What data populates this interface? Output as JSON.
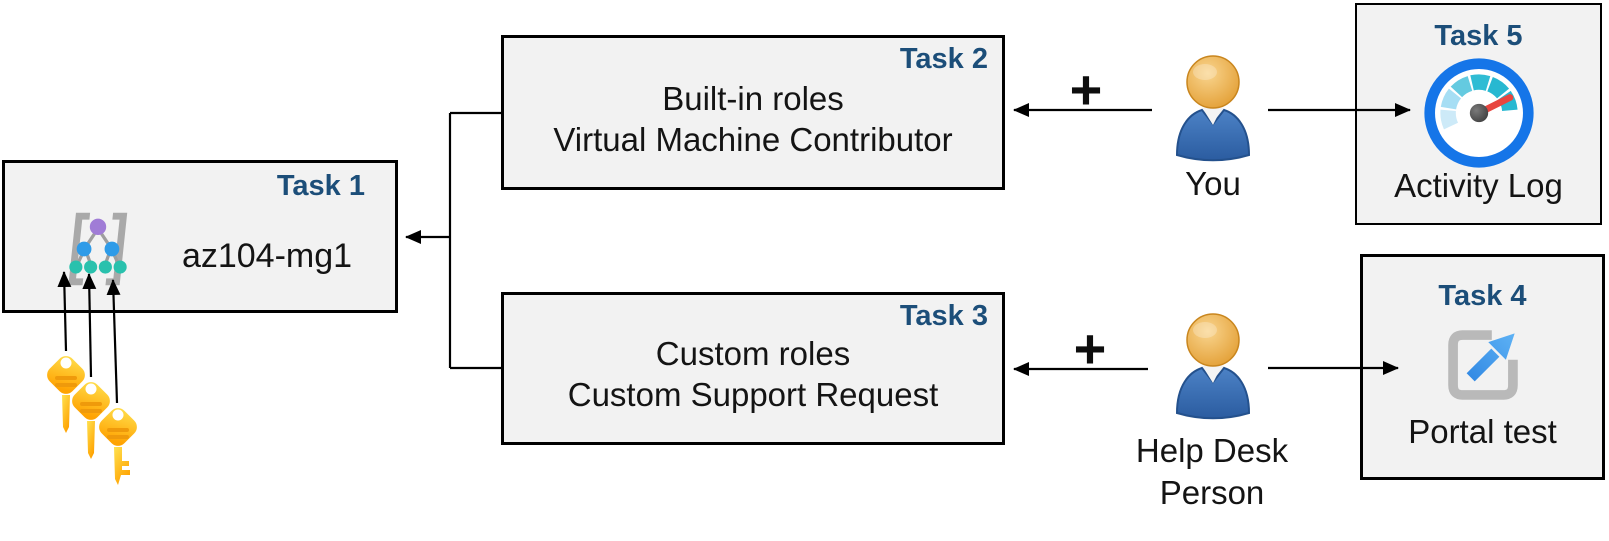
{
  "boxes": {
    "task1": {
      "badge": "Task 1",
      "name": "az104-mg1"
    },
    "task2": {
      "badge": "Task 2",
      "line1": "Built-in roles",
      "line2": "Virtual Machine Contributor"
    },
    "task3": {
      "badge": "Task 3",
      "line1": "Custom roles",
      "line2": "Custom Support Request"
    },
    "task4": {
      "badge": "Task 4",
      "caption": "Portal test"
    },
    "task5": {
      "badge": "Task 5",
      "caption": "Activity Log"
    }
  },
  "actors": {
    "you": {
      "label": "You"
    },
    "help_desk": {
      "line1": "Help Desk",
      "line2": "Person"
    }
  },
  "symbols": {
    "plus_top": "+",
    "plus_bottom": "+"
  },
  "icons": {
    "task1": "management-group-icon",
    "task4": "external-link-icon",
    "task5": "gauge-icon",
    "keys": "three-keys-icon",
    "actors": "person-icon"
  },
  "colors": {
    "background": "#FFFFFF",
    "box_fill": "#F2F2F2",
    "box_border": "#000000",
    "badge_text": "#1C4E79",
    "body_text": "#141414",
    "key_gold": "#FFC21C",
    "person_blue": "#36619F",
    "person_head_orange": "#E8A33D",
    "gauge_ring_blue": "#1575E8",
    "gauge_teal": "#28B8D1",
    "gauge_needle_red": "#E8453F",
    "link_arrow_blue": "#3E9AEF",
    "bracket_gray": "#A9A9A9",
    "node_purple": "#A07CD6",
    "node_blue": "#2E9BE8",
    "node_teal": "#29C1AD"
  }
}
